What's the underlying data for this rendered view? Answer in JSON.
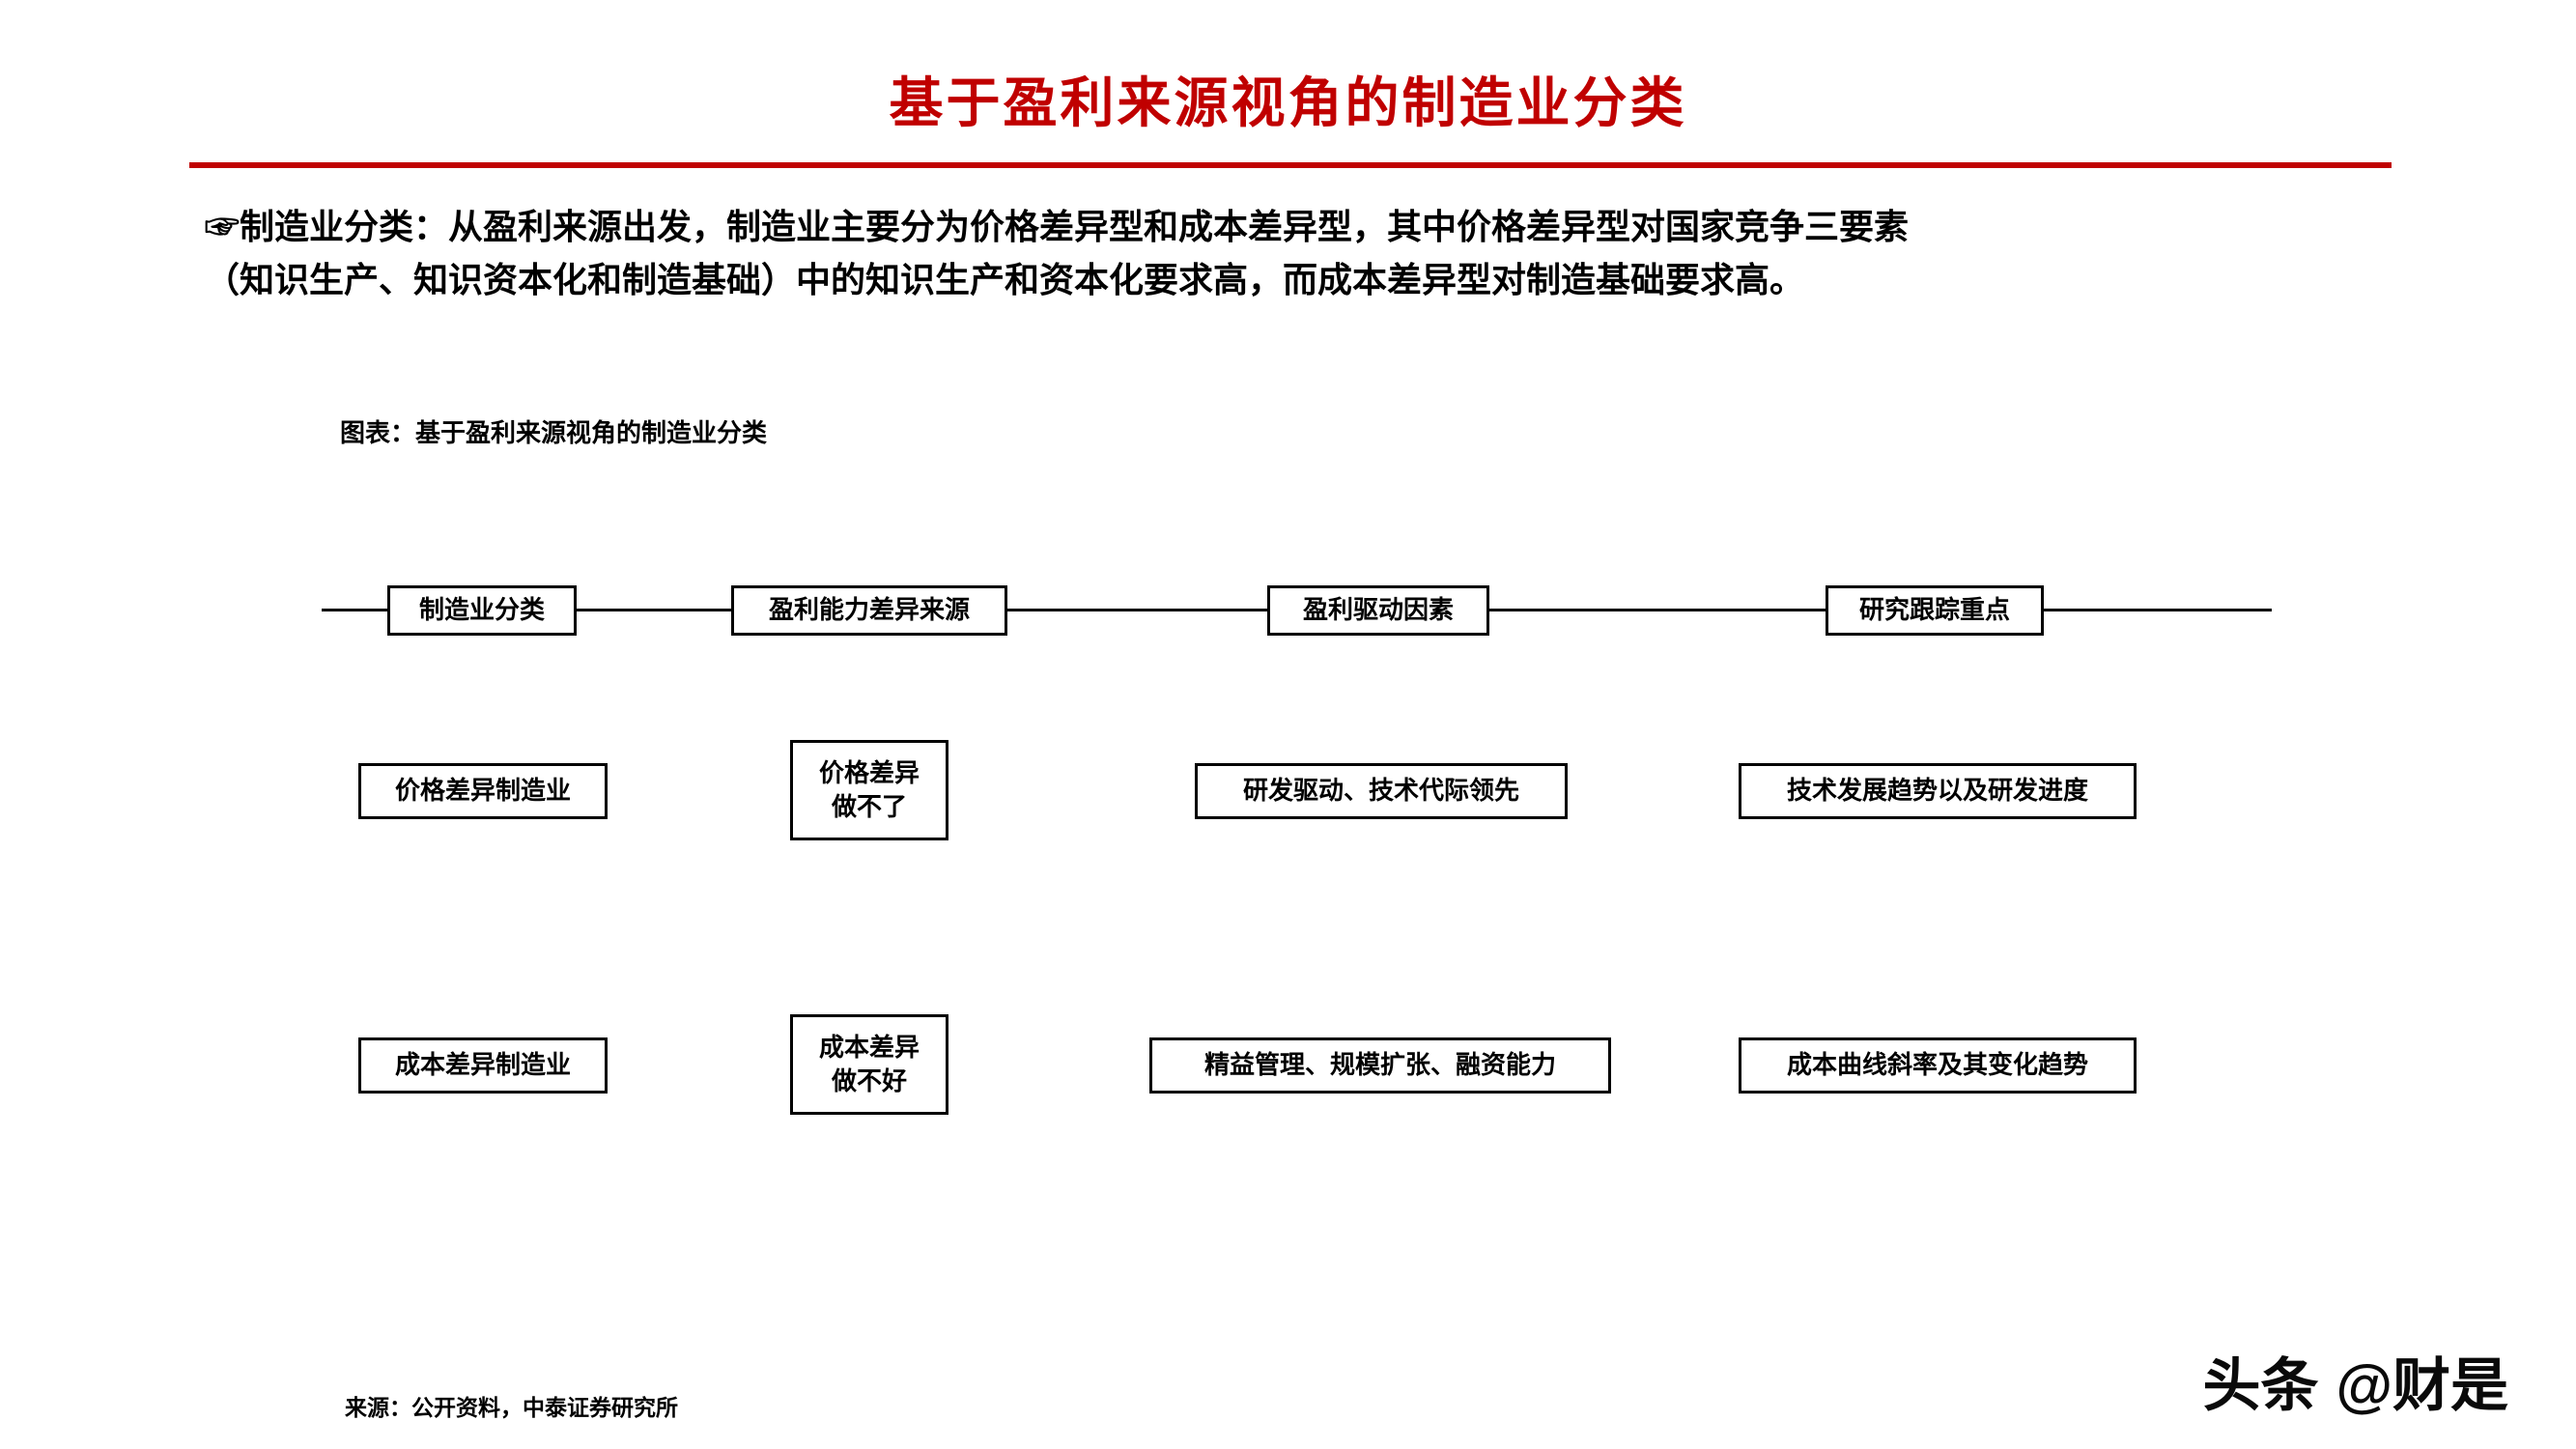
{
  "page": {
    "title": "基于盈利来源视角的制造业分类",
    "intro_lines": [
      "☞制造业分类：从盈利来源出发，制造业主要分为价格差异型和成本差异型，其中价格差异型对国家竞争三要素",
      "（知识生产、知识资本化和制造基础）中的知识生产和资本化要求高，而成本差异型对制造基础要求高。"
    ],
    "figure_caption": "图表：基于盈利来源视角的制造业分类",
    "source": "来源：公开资料，中泰证券研究所",
    "watermark_left": "头条",
    "watermark_right": "@财是"
  },
  "diagram": {
    "headers": [
      "制造业分类",
      "盈利能力差异来源",
      "盈利驱动因素",
      "研究跟踪重点"
    ],
    "row_price": [
      "价格差异制造业",
      "价格差异\n做不了",
      "研发驱动、技术代际领先",
      "技术发展趋势以及研发进度"
    ],
    "row_cost": [
      "成本差异制造业",
      "成本差异\n做不好",
      "精益管理、规模扩张、融资能力",
      "成本曲线斜率及其变化趋势"
    ]
  },
  "colors": {
    "accent": "#C00000",
    "line": "#000000"
  }
}
